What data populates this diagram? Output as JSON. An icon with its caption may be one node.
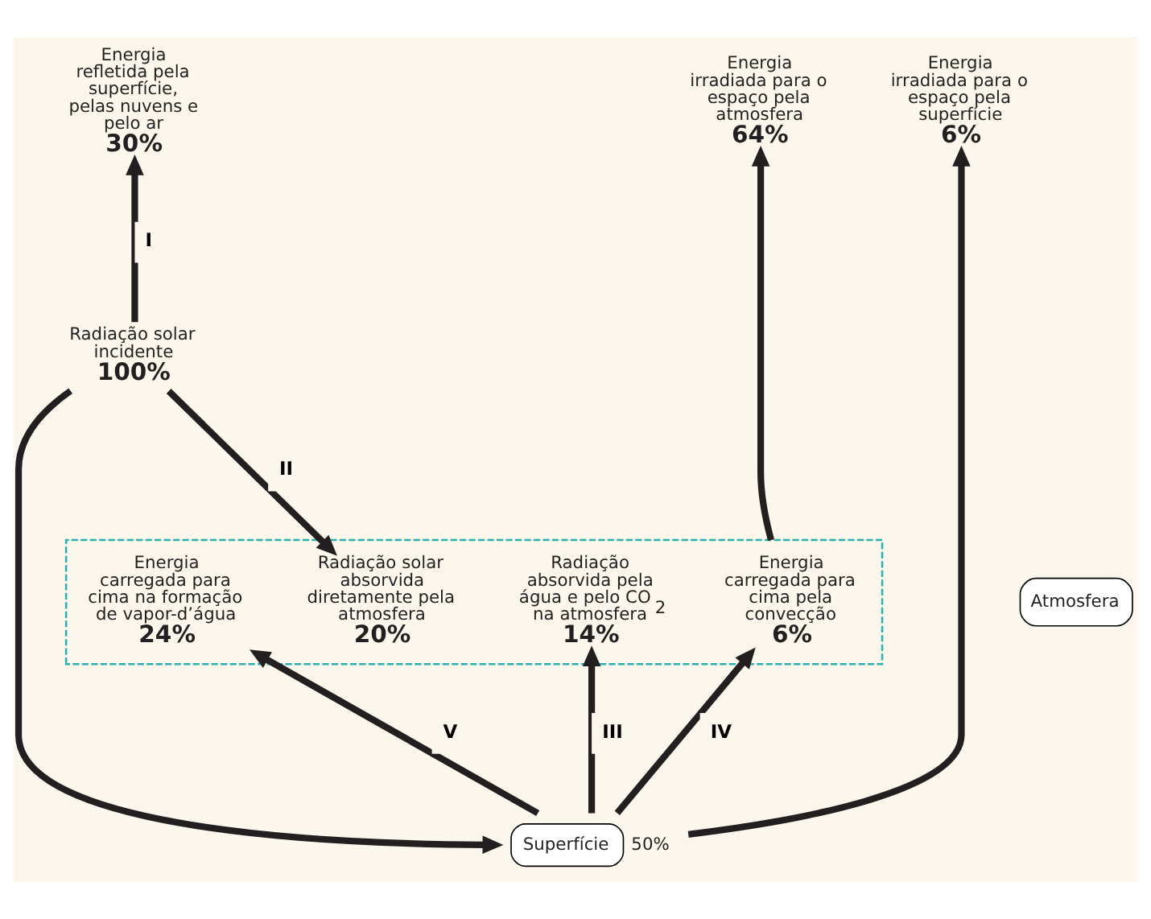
{
  "diagram": {
    "nodes": [
      {
        "text": [
          "Energia refletida pela superfície, pelas nuvens e pelo ar",
          "30%"
        ]
      },
      {
        "text": [
          "Radiação solar incidente",
          "100%"
        ]
      },
      {
        "text": [
          "Energia irradiada para o espaço pela atmosfera",
          "64%"
        ]
      },
      {
        "text": [
          "Energia irradiada para o espaço pela superfície",
          "6%"
        ]
      },
      {
        "text": [],
        "shape": "box"
      },
      {
        "text": [
          "Radiação solar absorvida diretamente pela atmosfera",
          "20%"
        ],
        "in": 4
      },
      {
        "text": [
          "Radiação absorvida pela água e pelo CO$_{2}$ na atmosfera",
          "14%"
        ],
        "in": 4
      },
      {
        "text": [
          "Energia carregada para cima pela convecção",
          "6%"
        ],
        "in": 4
      },
      {
        "text": [
          "Energia carregada para cima na formação de vapor-d’água",
          "24%"
        ],
        "in": 4
      },
      {
        "text": [
          "Atmosfera"
        ]
      },
      {
        "text": [
          "Superfície"
        ],
        "beside": [
          "50%"
        ]
      }
    ],
    "edges": [
      {
        "from": 1,
        "to": 0,
        "arrow": "to",
        "label": "I"
      },
      {
        "from": 1,
        "to": 5,
        "arrow": "to",
        "label": "II"
      },
      {
        "from": 1,
        "to": 10,
        "arrow": "to"
      },
      {
        "from": 10,
        "to": 6,
        "arrow": "to",
        "label": "III"
      },
      {
        "from": 10,
        "to": 7,
        "arrow": "to",
        "label": "IV"
      },
      {
        "from": 10,
        "to": 8,
        "arrow": "to",
        "label": "V"
      },
      {
        "from": 10,
        "to": 3,
        "arrow": "to"
      },
      {
        "from": 4,
        "to": 2,
        "arrow": "to"
      }
    ]
  }
}
